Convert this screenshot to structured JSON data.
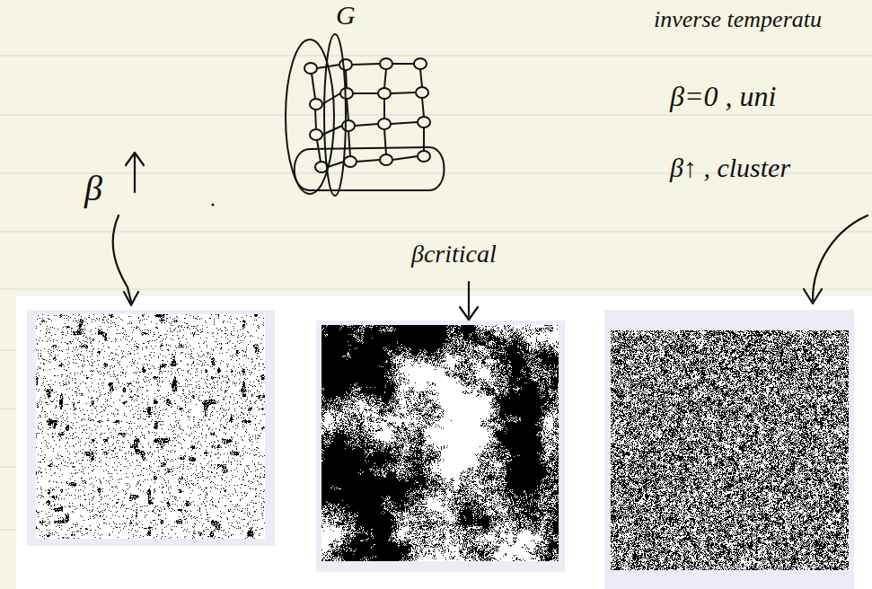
{
  "diagram": {
    "labels": [
      "G",
      "inverse temperatu",
      "β=0 , uni",
      "β↑ , cluster",
      "β",
      "βcritical"
    ]
  }
}
